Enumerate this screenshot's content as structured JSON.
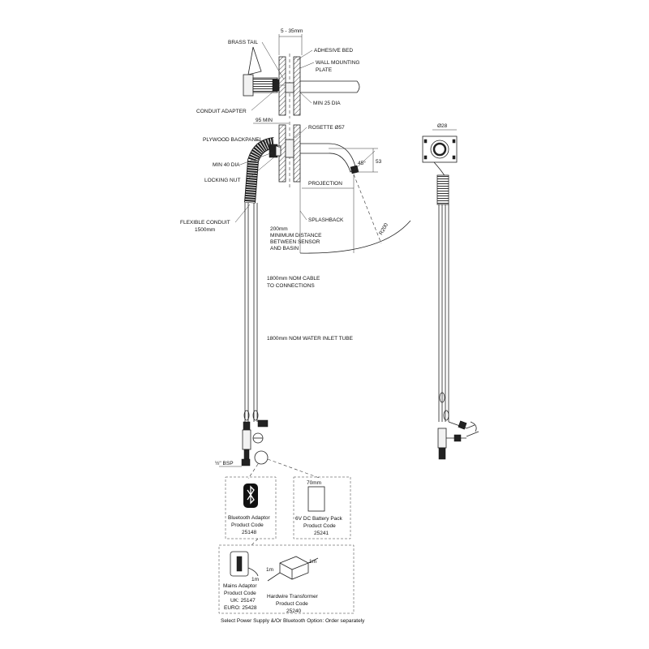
{
  "labels": {
    "gap": "5 - 35mm",
    "brass_tail": "BRASS TAIL",
    "adhesive_bed": "ADHESIVE BED",
    "wall_plate_1": "WALL MOUNTING",
    "wall_plate_2": "PLATE",
    "conduit_adapter": "CONDUIT ADAPTER",
    "min25": "MIN 25 DIA",
    "min95": "95 MIN",
    "rosette": "ROSETTE Ø57",
    "plywood": "PLYWOOD BACKPANEL",
    "min40": "MIN 40 DIA",
    "locking_nut": "LOCKING NUT",
    "dim53": "53",
    "angle": "45°",
    "projection": "PROJECTION",
    "r200": "R200",
    "flex1": "FLEXIBLE CONDUIT",
    "flex2": "1500mm",
    "splashback": "SPLASHBACK",
    "sensor1": "200mm",
    "sensor2": "MINIMUM DISTANCE",
    "sensor3": "BETWEEN SENSOR",
    "sensor4": "AND BASIN",
    "cable1": "1800mm NOM CABLE",
    "cable2": "TO CONNECTIONS",
    "water": "1800mm NOM WATER INLET TUBE",
    "dia28": "Ø28",
    "bsp": "½\" BSP"
  },
  "boxes": {
    "bluetooth": [
      "Bluetooth Adaptor",
      "Product Code",
      "25148"
    ],
    "battery_dim": "70mm",
    "battery": [
      "6V DC Battery Pack",
      "Product Code",
      "25241"
    ],
    "mains": [
      "Mains Adaptor",
      "Product Code",
      "UK: 25147",
      "EURO: 25428"
    ],
    "mains_dim": "1m",
    "hardwire": [
      "Hardwire Transformer",
      "Product Code",
      "25240"
    ],
    "hardwire_dim1": "1m",
    "hardwire_dim2": "1m"
  },
  "footer": "Select Power Supply &/Or Bluetooth Option: Order separately"
}
